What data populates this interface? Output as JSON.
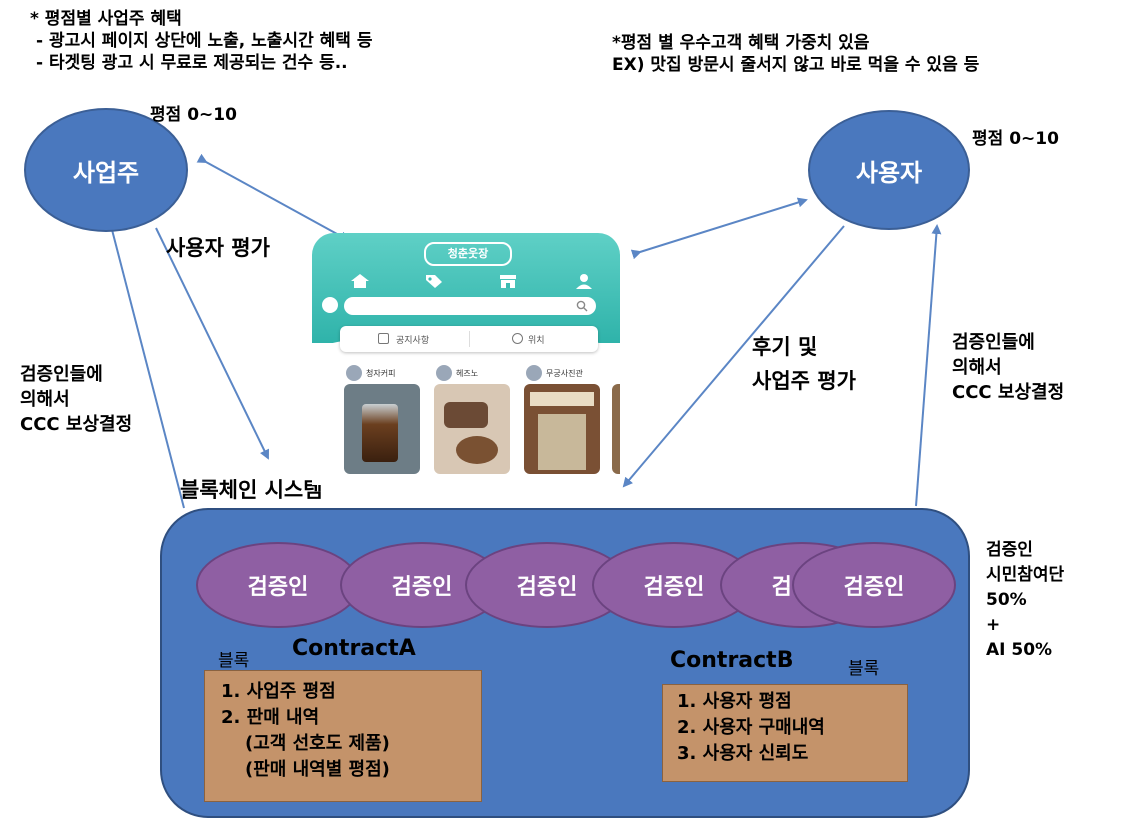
{
  "top_left_note": {
    "line1": "* 평점별 사업주 혜택",
    "line2": "- 광고시 페이지 상단에 노출, 노출시간 혜택 등",
    "line3": "- 타겟팅 광고 시 무료로 제공되는 건수 등.."
  },
  "top_right_note": {
    "line1": "*평점 별 우수고객 혜택 가중치 있음",
    "line2": "EX) 맛집 방문시 줄서지 않고 바로 먹을 수 있음 등"
  },
  "owner": {
    "label": "사업주",
    "rating": "평점 0~10"
  },
  "user": {
    "label": "사용자",
    "rating": "평점 0~10"
  },
  "user_eval_label": "사용자 평가",
  "review_label": {
    "line1": "후기 및",
    "line2": "사업주 평가"
  },
  "left_validators_note": {
    "line1": "검증인들에",
    "line2": "의해서",
    "line3": "CCC 보상결정"
  },
  "right_validators_note": {
    "line1": "검증인들에",
    "line2": "의해서",
    "line3": "CCC 보상결정"
  },
  "blockchain_label": "블록체인 시스템",
  "validators": [
    "검증인",
    "검증인",
    "검증인",
    "검증인",
    "검증인",
    "검증인"
  ],
  "contract_a": {
    "block_label": "블록",
    "name": "ContractA",
    "items": [
      "1.   사업주 평점",
      "2.   판매 내역",
      "(고객 선호도 제품)",
      "(판매 내역별 평점)"
    ]
  },
  "contract_b": {
    "block_label": "블록",
    "name": "ContractB",
    "items": [
      "1.   사용자 평점",
      "2.   사용자 구매내역",
      "3.   사용자 신뢰도"
    ]
  },
  "validator_composition": {
    "line1": "검증인",
    "line2": "시민참여단",
    "line3": "50%",
    "line4": "+",
    "line5": "AI 50%"
  },
  "phone": {
    "app_name": "청춘웃장",
    "notice": "공지사항",
    "location": "위치",
    "shops": [
      "청자커피",
      "헤즈노",
      "무궁사진관"
    ]
  },
  "colors": {
    "node_blue": "#4a78be",
    "validator_purple": "#8f5fa3",
    "contract_tan": "#c4936a",
    "arrow_blue": "#5b86c5",
    "phone_teal": "#3cbcb2"
  }
}
